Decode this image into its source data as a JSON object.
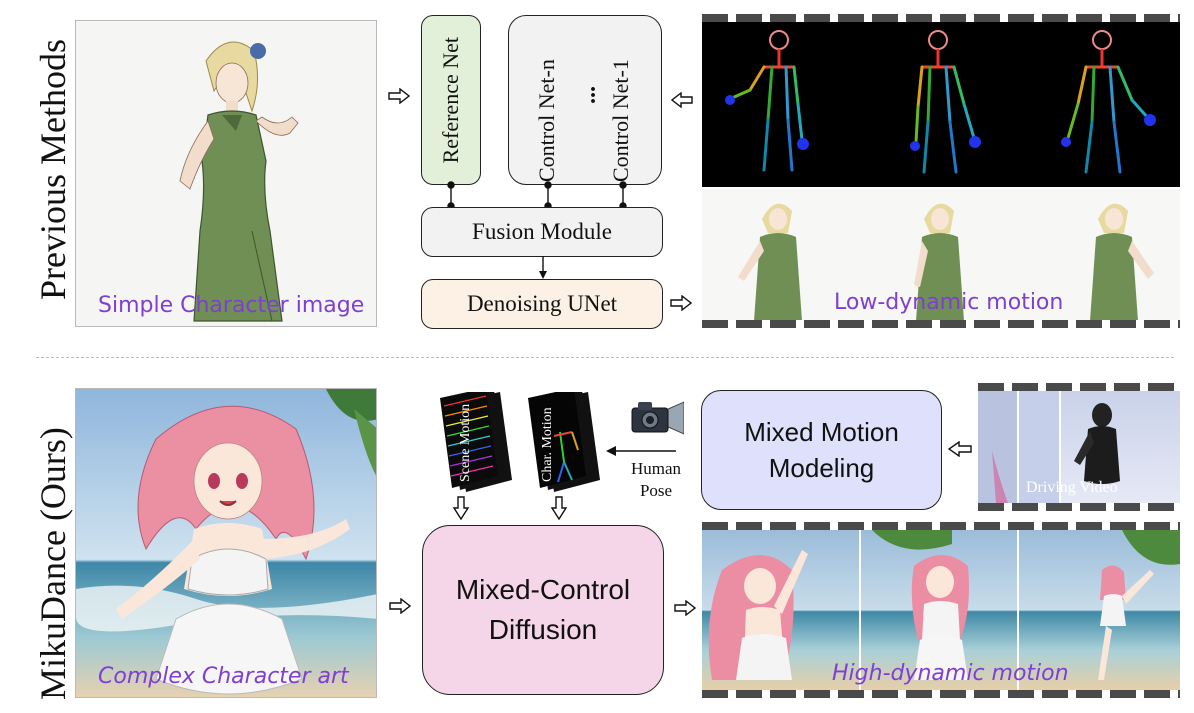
{
  "rows": {
    "top_label": "Previous Methods",
    "bottom_label": "MikuDance (Ours)"
  },
  "top": {
    "input_caption": "Simple Character image",
    "reference_net": "Reference Net",
    "control_net_n": "Control Net-n",
    "control_dots": "...",
    "control_net_1": "Control Net-1",
    "fusion_module": "Fusion Module",
    "denoising_unet": "Denoising UNet",
    "output_caption": "Low-dynamic motion"
  },
  "bottom": {
    "input_caption": "Complex Character art",
    "scene_motion": "Scene Motion",
    "char_motion": "Char. Motion",
    "human_pose": "Human Pose",
    "mixed_motion_modeling": "Mixed Motion Modeling",
    "driving_video": "Driving Video",
    "mixed_control_diffusion": "Mixed-Control Diffusion",
    "output_caption": "High-dynamic motion"
  },
  "colors": {
    "caption": "#7f3fd0",
    "reference_net_fill": "#e2f0d9",
    "control_net_fill": "#f2f2f2",
    "fusion_fill": "#f2f2f2",
    "denoising_fill": "#fdf1e6",
    "mixed_motion_fill": "#dfe0fb",
    "mixed_control_fill": "#f5d6e8"
  }
}
